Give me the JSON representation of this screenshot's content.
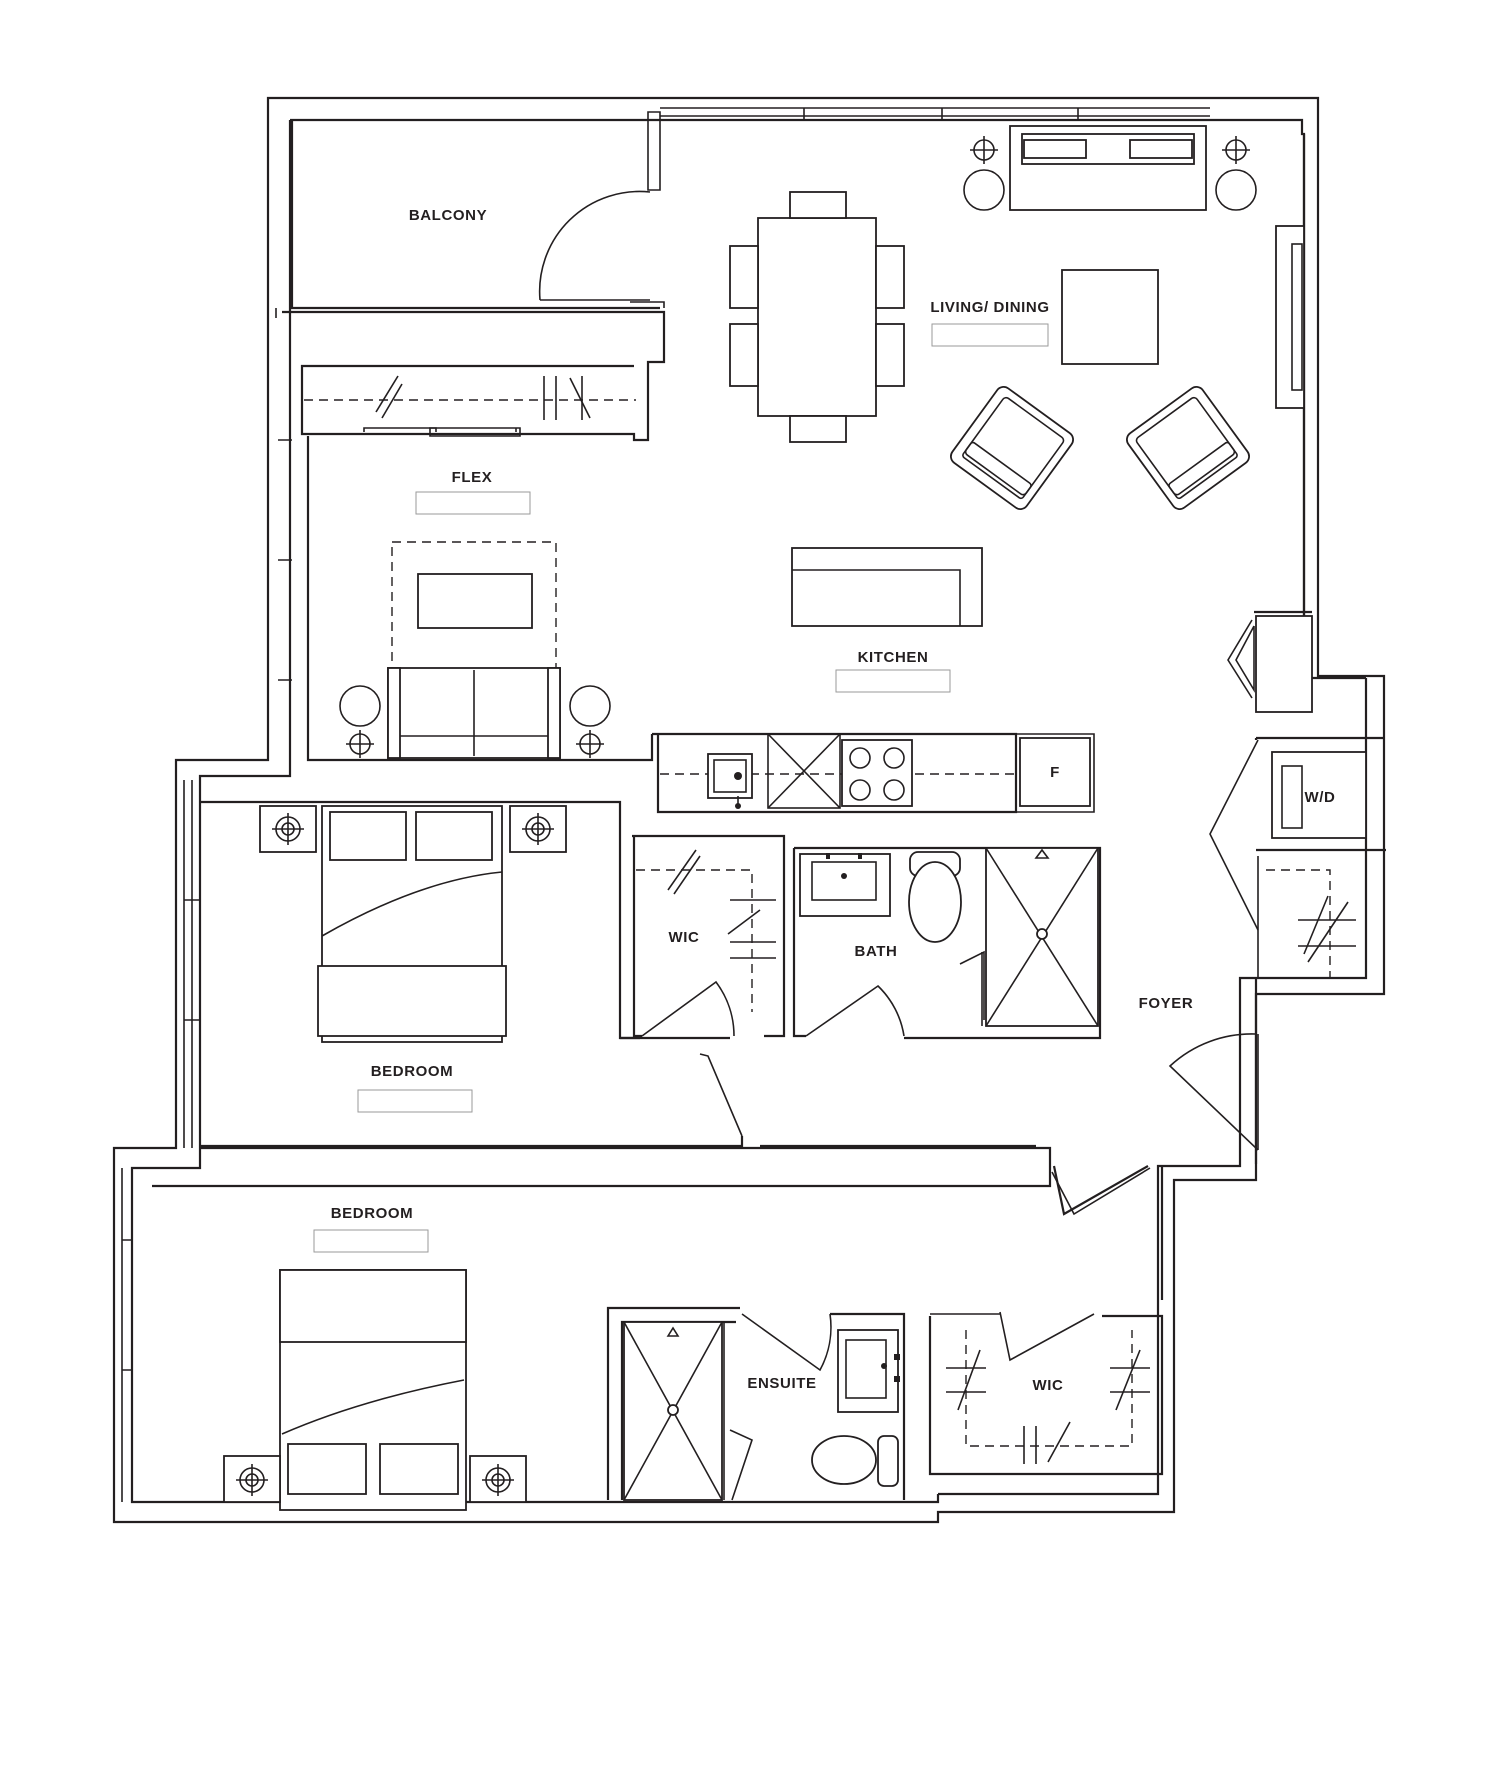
{
  "rooms": {
    "balcony": "BALCONY",
    "living_dining": "LIVING/ DINING",
    "flex": "FLEX",
    "kitchen": "KITCHEN",
    "fridge": "F",
    "washer_dryer": "W/D",
    "wic_1": "WIC",
    "bath": "BATH",
    "foyer": "FOYER",
    "bedroom_1": "BEDROOM",
    "bedroom_2": "BEDROOM",
    "ensuite": "ENSUITE",
    "wic_2": "WIC"
  },
  "colors": {
    "line": "#231f20",
    "background": "#ffffff"
  }
}
